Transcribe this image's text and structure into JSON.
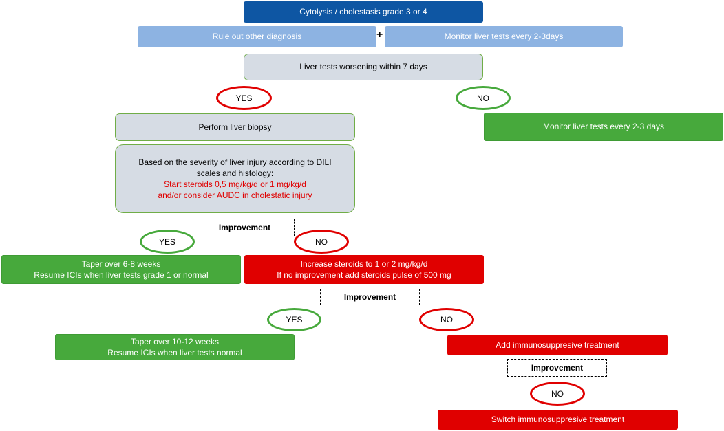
{
  "nodes": {
    "start": "Cytolysis / cholestasis grade 3 or 4",
    "rule_out": "Rule out other diagnosis",
    "plus": "+",
    "monitor_2_3": "Monitor liver tests every 2-3days",
    "worsening": "Liver tests worsening within 7 days",
    "yes1": "YES",
    "no1": "NO",
    "biopsy": "Perform liver biopsy",
    "monitor_no": "Monitor liver tests every 2-3 days",
    "severity_line1": "Based on the severity of liver injury according to DILI",
    "severity_line2": "scales and histology:",
    "severity_line3": "Start steroids 0,5 mg/kg/d or 1 mg/kg/d",
    "severity_line4": "and/or consider AUDC in cholestatic injury",
    "improvement1": "Improvement",
    "yes2": "YES",
    "no2": "NO",
    "taper1_line1": "Taper over 6-8 weeks",
    "taper1_line2": "Resume ICIs when liver tests  grade 1 or normal",
    "increase_line1": "Increase steroids to 1 or 2 mg/kg/d",
    "increase_line2": "If no improvement  add  steroids pulse of 500 mg",
    "improvement2": "Improvement",
    "yes3": "YES",
    "no3": "NO",
    "taper2_line1": "Taper over 10-12 weeks",
    "taper2_line2": "Resume ICIs when liver tests  normal",
    "add_immuno": "Add  immunosuppresive  treatment",
    "improvement3": "Improvement",
    "no4": "NO",
    "switch_immuno": "Switch immunosuppresive  treatment"
  },
  "colors": {
    "dark_blue": "#0e56a3",
    "light_blue": "#8db3e2",
    "grey": "#d6dce4",
    "green": "#47a93c",
    "red": "#e00000"
  }
}
